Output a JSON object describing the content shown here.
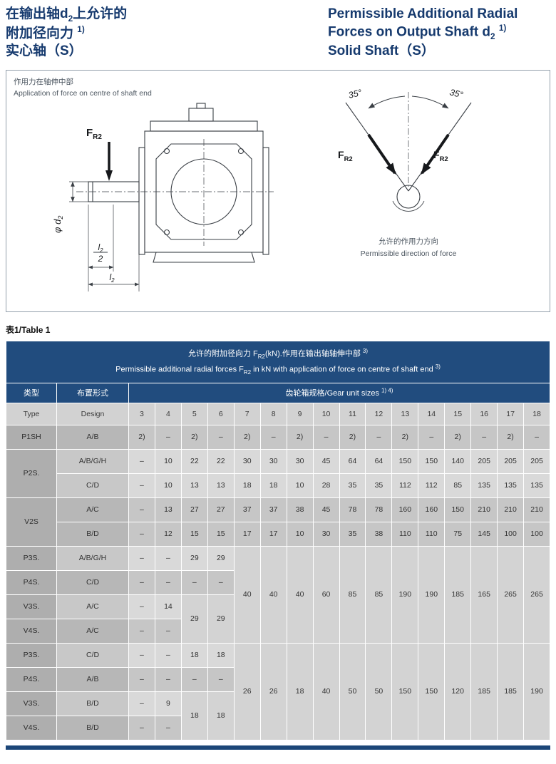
{
  "titles": {
    "zh_line1_pre": "在输出轴d",
    "zh_line1_sub": "2",
    "zh_line1_post": "上允许的",
    "zh_line2_pre": "附加径向力",
    "zh_line2_sup": "1)",
    "zh_line3": "实心轴（S）",
    "en_line1": "Permissible Additional Radial",
    "en_line2_pre": "Forces on Output Shaft d",
    "en_line2_sub": "2",
    "en_line2_sup": "1)",
    "en_line3": "Solid Shaft（S）"
  },
  "figure": {
    "caption_zh": "作用力在轴伸中部",
    "caption_en": "Application of force on centre of shaft end",
    "force_label_pre": "F",
    "force_label_sub": "R2",
    "dia_label_pre": "φ d",
    "dia_label_sub": "2",
    "frac_num_pre": "l",
    "frac_num_sub": "2",
    "frac_den": "2",
    "len_label_pre": "l",
    "len_label_sub": "2",
    "angle_left": "35°",
    "angle_right": "35°",
    "dir_caption_zh": "允许的作用力方向",
    "dir_caption_en": "Permissible direction of force"
  },
  "table_label": "表1/Table 1",
  "table": {
    "band_zh_pre": "允许的附加径向力 F",
    "band_zh_sub": "R2",
    "band_zh_mid": "(kN).作用在输出轴轴伸中部 ",
    "band_zh_sup": "3)",
    "band_en_pre": "Permissible additional radial forces F",
    "band_en_sub": "R2",
    "band_en_mid": " in kN with application of force on centre of shaft end ",
    "band_en_sup": "3)",
    "col_type_zh": "类型",
    "col_design_zh": "布置形式",
    "sizes_label": "齿轮箱规格/Gear unit sizes",
    "sizes_sup": "1)  4)",
    "col_type_en": "Type",
    "col_design_en": "Design",
    "size_labels": [
      "3",
      "4",
      "5",
      "6",
      "7",
      "8",
      "9",
      "10",
      "11",
      "12",
      "13",
      "14",
      "15",
      "16",
      "17",
      "18"
    ],
    "body": [
      {
        "shade": 0,
        "type": {
          "t": "P1SH",
          "rs": 1
        },
        "design": "A/B",
        "cells": [
          "2)",
          "–",
          "2)",
          "–",
          "2)",
          "–",
          "2)",
          "–",
          "2)",
          "–",
          "2)",
          "–",
          "2)",
          "–",
          "2)",
          "–"
        ]
      },
      {
        "shade": 1,
        "type": {
          "t": "P2S.",
          "rs": 2
        },
        "design": "A/B/G/H",
        "cells": [
          "–",
          "10",
          "22",
          "22",
          "30",
          "30",
          "30",
          "45",
          "64",
          "64",
          "150",
          "150",
          "140",
          "205",
          "205",
          "205"
        ]
      },
      {
        "shade": 1,
        "design": "C/D",
        "cells": [
          "–",
          "10",
          "13",
          "13",
          "18",
          "18",
          "10",
          "28",
          "35",
          "35",
          "112",
          "112",
          "85",
          "135",
          "135",
          "135"
        ]
      },
      {
        "shade": 0,
        "type": {
          "t": "V2S",
          "rs": 2
        },
        "design": "A/C",
        "cells": [
          "–",
          "13",
          "27",
          "27",
          "37",
          "37",
          "38",
          "45",
          "78",
          "78",
          "160",
          "160",
          "150",
          "210",
          "210",
          "210"
        ]
      },
      {
        "shade": 0,
        "design": "B/D",
        "cells": [
          "–",
          "12",
          "15",
          "15",
          "17",
          "17",
          "10",
          "30",
          "35",
          "38",
          "110",
          "110",
          "75",
          "145",
          "100",
          "100"
        ]
      },
      {
        "shade": 1,
        "type": {
          "t": "P3S.",
          "rs": 1
        },
        "design": "A/B/G/H",
        "cells": [
          "–",
          "–",
          "29",
          "29",
          {
            "t": "40",
            "rs": 4
          },
          {
            "t": "40",
            "rs": 4
          },
          {
            "t": "40",
            "rs": 4
          },
          {
            "t": "60",
            "rs": 4
          },
          {
            "t": "85",
            "rs": 4
          },
          {
            "t": "85",
            "rs": 4
          },
          {
            "t": "190",
            "rs": 4
          },
          {
            "t": "190",
            "rs": 4
          },
          {
            "t": "185",
            "rs": 4
          },
          {
            "t": "165",
            "rs": 4
          },
          {
            "t": "265",
            "rs": 4
          },
          {
            "t": "265",
            "rs": 4
          }
        ]
      },
      {
        "shade": 0,
        "type": {
          "t": "P4S.",
          "rs": 1
        },
        "design": "C/D",
        "cells": [
          "–",
          "–",
          "–",
          "–"
        ]
      },
      {
        "shade": 1,
        "type": {
          "t": "V3S.",
          "rs": 1
        },
        "design": "A/C",
        "cells": [
          "–",
          "14",
          {
            "t": "29",
            "rs": 2
          },
          {
            "t": "29",
            "rs": 2
          }
        ]
      },
      {
        "shade": 0,
        "type": {
          "t": "V4S.",
          "rs": 1
        },
        "design": "A/C",
        "cells": [
          "–",
          "–"
        ]
      },
      {
        "shade": 1,
        "type": {
          "t": "P3S.",
          "rs": 1
        },
        "design": "C/D",
        "cells": [
          "–",
          "–",
          "18",
          "18",
          {
            "t": "26",
            "rs": 4
          },
          {
            "t": "26",
            "rs": 4
          },
          {
            "t": "18",
            "rs": 4
          },
          {
            "t": "40",
            "rs": 4
          },
          {
            "t": "50",
            "rs": 4
          },
          {
            "t": "50",
            "rs": 4
          },
          {
            "t": "150",
            "rs": 4
          },
          {
            "t": "150",
            "rs": 4
          },
          {
            "t": "120",
            "rs": 4
          },
          {
            "t": "185",
            "rs": 4
          },
          {
            "t": "185",
            "rs": 4
          },
          {
            "t": "190",
            "rs": 4
          }
        ]
      },
      {
        "shade": 0,
        "type": {
          "t": "P4S.",
          "rs": 1
        },
        "design": "A/B",
        "cells": [
          "–",
          "–",
          "–",
          "–"
        ]
      },
      {
        "shade": 1,
        "type": {
          "t": "V3S.",
          "rs": 1
        },
        "design": "B/D",
        "cells": [
          "–",
          "9",
          {
            "t": "18",
            "rs": 2
          },
          {
            "t": "18",
            "rs": 2
          }
        ]
      },
      {
        "shade": 0,
        "type": {
          "t": "V4S.",
          "rs": 1
        },
        "design": "B/D",
        "cells": [
          "–",
          "–"
        ]
      }
    ]
  }
}
